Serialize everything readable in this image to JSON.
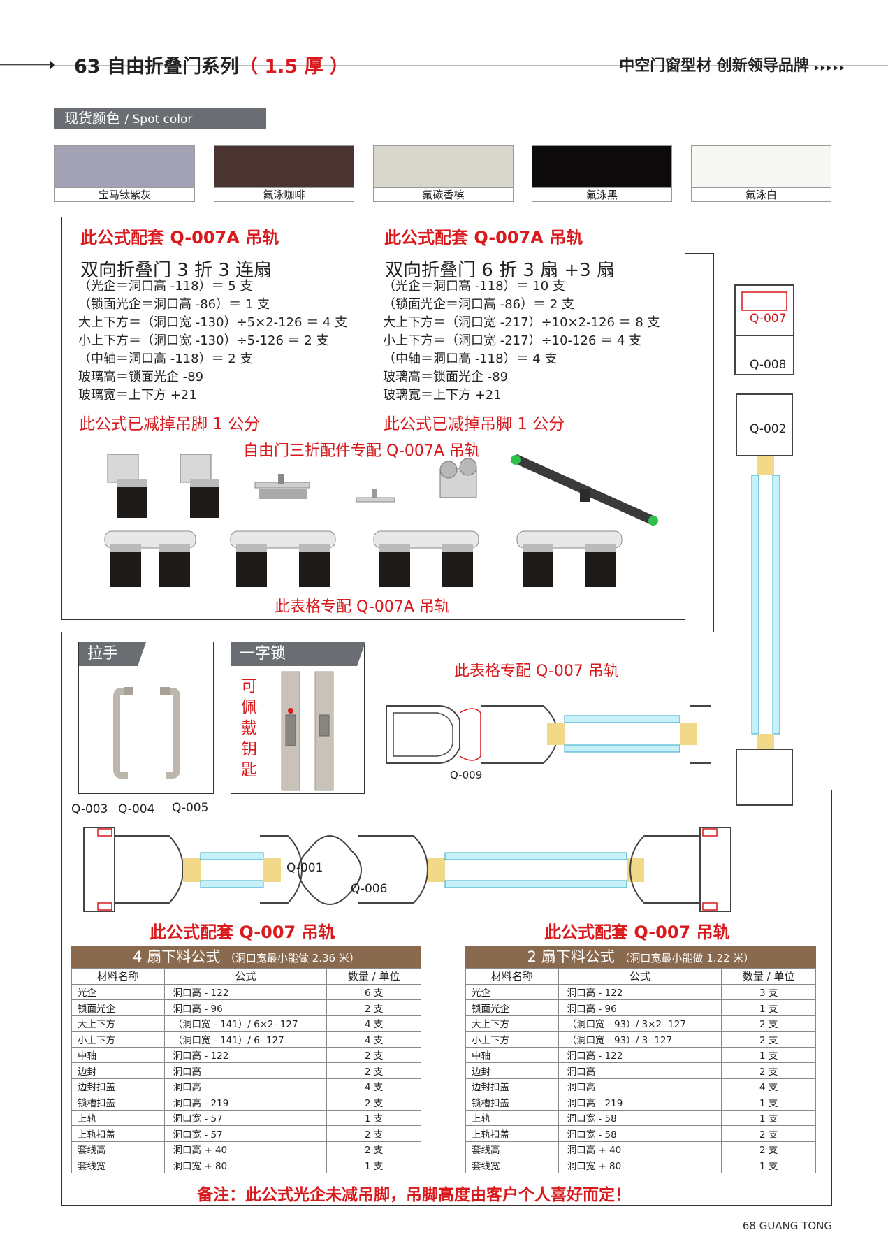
{
  "header": {
    "title_main": "63 自由折叠门系列",
    "title_thickness": "（ 1.5 厚 ）",
    "slogan": "中空门窗型材  创新领导品牌",
    "arrows": "▸▸▸▸▸"
  },
  "spot_color": {
    "label_cn": "现货颜色",
    "label_en": "/ Spot color",
    "swatches": [
      {
        "name": "宝马钛紫灰",
        "color": "#a3a2b5"
      },
      {
        "name": "氟泳咖啡",
        "color": "#4a3431"
      },
      {
        "name": "氟碳香槟",
        "color": "#d9d7cb"
      },
      {
        "name": "氟泳黑",
        "color": "#0c0a0b"
      },
      {
        "name": "氟泳白",
        "color": "#f6f6f3"
      }
    ]
  },
  "formula_left": {
    "heading": "此公式配套 Q-007A 吊轨",
    "subtitle": "双向折叠门  3 折  3 连扇",
    "lines": [
      "（光企＝洞口高 -118）＝ 5 支",
      "（锁面光企＝洞口高 -86）＝ 1 支",
      "大上下方＝（洞口宽 -130）÷5×2-126 ＝ 4 支",
      "小上下方＝（洞口宽 -130）÷5-126 ＝ 2 支",
      "（中轴＝洞口高 -118）＝ 2 支",
      "玻璃高＝锁面光企 -89",
      "玻璃宽＝上下方 +21"
    ],
    "note": "此公式已减掉吊脚 1 公分"
  },
  "formula_right": {
    "heading": "此公式配套 Q-007A 吊轨",
    "subtitle": "双向折叠门  6 折  3 扇 +3 扇",
    "lines": [
      "（光企＝洞口高 -118）＝ 10 支",
      "（锁面光企＝洞口高 -86）＝ 2 支",
      "大上下方＝（洞口宽 -217）÷10×2-126 ＝ 8 支",
      "小上下方＝（洞口宽 -217）÷10-126 ＝ 4 支",
      "（中轴＝洞口高 -118）＝ 4 支",
      "玻璃高＝锁面光企 -89",
      "玻璃宽＝上下方 +21"
    ],
    "note": "此公式已减掉吊脚 1 公分"
  },
  "accessories": {
    "caption_top": "自由门三折配件专配 Q-007A 吊轨",
    "caption_bottom": "此表格专配 Q-007A 吊轨"
  },
  "handle": {
    "title": "拉手"
  },
  "lock": {
    "title": "一字锁",
    "vertical_text": [
      "可",
      "佩",
      "戴",
      "钥",
      "匙"
    ]
  },
  "section_q007": {
    "caption": "此表格专配 Q-007 吊轨"
  },
  "profiles": {
    "q001": "Q-001",
    "q002": "Q-002",
    "q003": "Q-003",
    "q004": "Q-004",
    "q005": "Q-005",
    "q006": "Q-006",
    "q007": "Q-007",
    "q008": "Q-008",
    "q009": "Q-009"
  },
  "table_left": {
    "heading": "此公式配套 Q-007 吊轨",
    "title": "4 扇下料公式",
    "title_note": "（洞口宽最小能做 2.36 米）",
    "columns": [
      "材料名称",
      "公式",
      "数量 / 单位"
    ],
    "rows": [
      [
        "光企",
        "洞口高 - 122",
        "6 支"
      ],
      [
        "锁面光企",
        "洞口高 - 96",
        "2 支"
      ],
      [
        "大上下方",
        "（洞口宽 - 141）/ 6×2- 127",
        "4 支"
      ],
      [
        "小上下方",
        "（洞口宽 - 141）/ 6- 127",
        "4 支"
      ],
      [
        "中轴",
        "洞口高 - 122",
        "2 支"
      ],
      [
        "边封",
        "洞口高",
        "2 支"
      ],
      [
        "边封扣盖",
        "洞口高",
        "4 支"
      ],
      [
        "锁槽扣盖",
        "洞口高 - 219",
        "2 支"
      ],
      [
        "上轨",
        "洞口宽 - 57",
        "1 支"
      ],
      [
        "上轨扣盖",
        "洞口宽 - 57",
        "2 支"
      ],
      [
        "套线高",
        "洞口高 + 40",
        "2 支"
      ],
      [
        "套线宽",
        "洞口宽 + 80",
        "1 支"
      ]
    ]
  },
  "table_right": {
    "heading": "此公式配套 Q-007 吊轨",
    "title": "2 扇下料公式",
    "title_note": "（洞口宽最小能做 1.22 米）",
    "columns": [
      "材料名称",
      "公式",
      "数量 / 单位"
    ],
    "rows": [
      [
        "光企",
        "洞口高 - 122",
        "3 支"
      ],
      [
        "锁面光企",
        "洞口高 - 96",
        "1 支"
      ],
      [
        "大上下方",
        "（洞口宽 - 93）/ 3×2- 127",
        "2 支"
      ],
      [
        "小上下方",
        "（洞口宽 - 93）/ 3- 127",
        "2 支"
      ],
      [
        "中轴",
        "洞口高 - 122",
        "1 支"
      ],
      [
        "边封",
        "洞口高",
        "2 支"
      ],
      [
        "边封扣盖",
        "洞口高",
        "4 支"
      ],
      [
        "锁槽扣盖",
        "洞口高 - 219",
        "1 支"
      ],
      [
        "上轨",
        "洞口宽 - 58",
        "1 支"
      ],
      [
        "上轨扣盖",
        "洞口宽 - 58",
        "2 支"
      ],
      [
        "套线高",
        "洞口高 + 40",
        "2 支"
      ],
      [
        "套线宽",
        "洞口宽 + 80",
        "1 支"
      ]
    ]
  },
  "remark": "备注：此公式光企未减吊脚，吊脚高度由客户个人喜好而定！",
  "footer": {
    "page": "68",
    "brand": "GUANG TONG"
  }
}
